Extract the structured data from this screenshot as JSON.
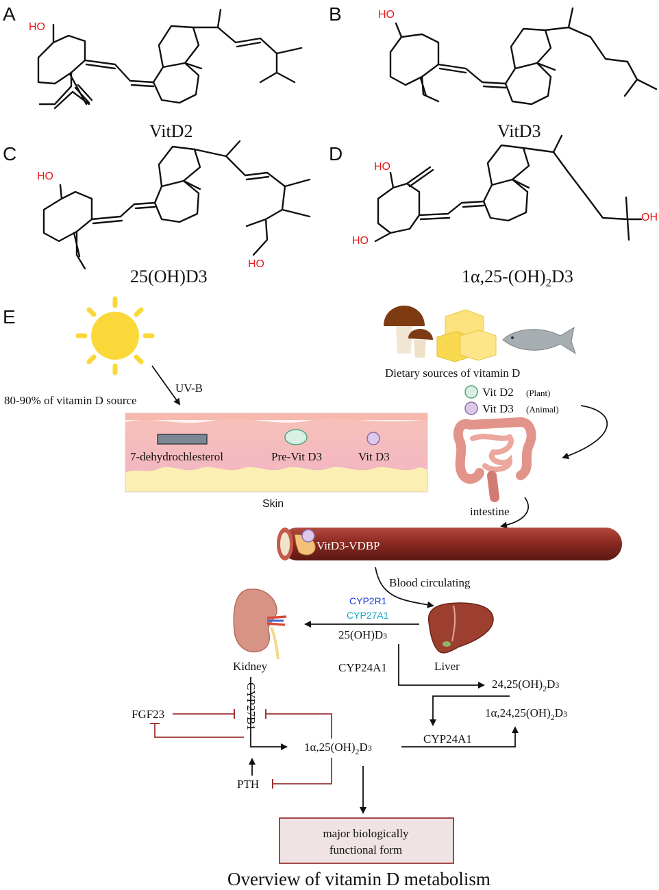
{
  "panels": {
    "a": {
      "letter": "A",
      "name": "VitD2",
      "oh1": "HO"
    },
    "b": {
      "letter": "B",
      "name": "VitD3",
      "oh1": "HO"
    },
    "c": {
      "letter": "C",
      "name": "25(OH)D3",
      "oh1": "HO",
      "oh2": "HO"
    },
    "d": {
      "letter": "D",
      "name_main": "1α,25-(OH)",
      "name_sub": "2",
      "name_tail": "D3",
      "oh1": "HO",
      "oh2": "HO",
      "oh3": "OH"
    },
    "e": {
      "letter": "E"
    }
  },
  "pathway": {
    "uvb": "UV-B",
    "sun_source": "80-90% of vitamin D source",
    "skin_items": [
      "7-dehydrochlesterol",
      "Pre-Vit D3",
      "Vit D3"
    ],
    "skin_label": "Skin",
    "dietary_title": "Dietary sources of vitamin D",
    "vit_d2": "Vit D2",
    "vit_d2_src": "(Plant)",
    "vit_d3": "Vit D3",
    "vit_d3_src": "(Animal)",
    "intestine": "intestine",
    "vessel_label": "VitD3-VDBP",
    "blood": "Blood circulating",
    "cyp2r1": "CYP2R1",
    "cyp27a1": "CYP27A1",
    "ohd3_main": "25(OH)D",
    "ohd3_sub": "3",
    "kidney": "Kidney",
    "liver": "Liver",
    "cyp24a1_top": "CYP24A1",
    "d24_main": "24,25(OH)",
    "d24_sub2": "2",
    "d24_d": "D",
    "d24_sub3": "3",
    "cyp27b1": "CYP27B1",
    "fgf23": "FGF23",
    "calcitriol_main": "1α,25(OH)",
    "calcitriol_sub2": "2",
    "calcitriol_d": "D",
    "calcitriol_sub3": "3",
    "cyp24a1_bottom": "CYP24A1",
    "d1_24_main": "1α,24,25(OH)",
    "d1_24_sub2": "2",
    "d1_24_d": "D",
    "d1_24_sub3": "3",
    "pth": "PTH",
    "box_line1": "major biologically",
    "box_line2": "functional form",
    "overview": "Overview of vitamin D metabolism"
  },
  "colors": {
    "oh_red": "#e8181b",
    "cyp2r1_blue": "#1f3fd6",
    "cyp27a1_cyan": "#1aa6c4",
    "vessel_red": "#8b2a22",
    "inhibition": "#9b3434",
    "box_fill": "#efe3e3",
    "box_stroke": "#9b3434",
    "sun": "#fbd83a"
  }
}
